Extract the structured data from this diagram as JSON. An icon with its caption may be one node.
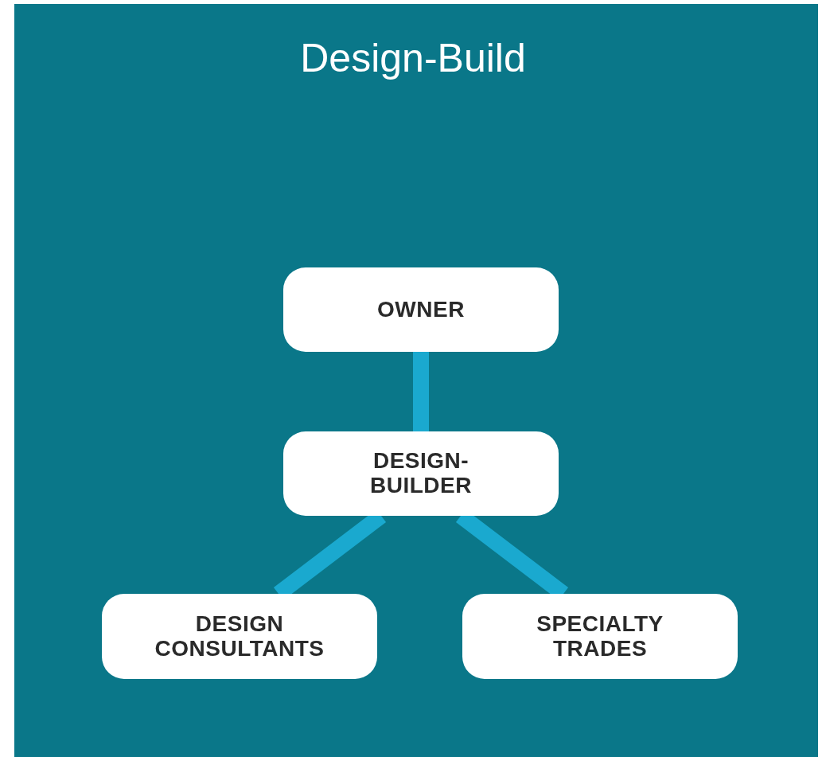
{
  "diagram": {
    "title": "Design-Build",
    "nodes": [
      {
        "text": [
          "OWNER"
        ]
      },
      {
        "text": [
          "DESIGN-BUILDER"
        ]
      },
      {
        "text": [
          "DESIGN CONSULTANTS"
        ]
      },
      {
        "text": [
          "SPECIALTY TRADES"
        ]
      }
    ],
    "edges": [
      {
        "from": 0,
        "to": 1,
        "arrow": "none"
      },
      {
        "from": 1,
        "to": 2,
        "arrow": "none"
      },
      {
        "from": 1,
        "to": 3,
        "arrow": "none"
      }
    ]
  }
}
